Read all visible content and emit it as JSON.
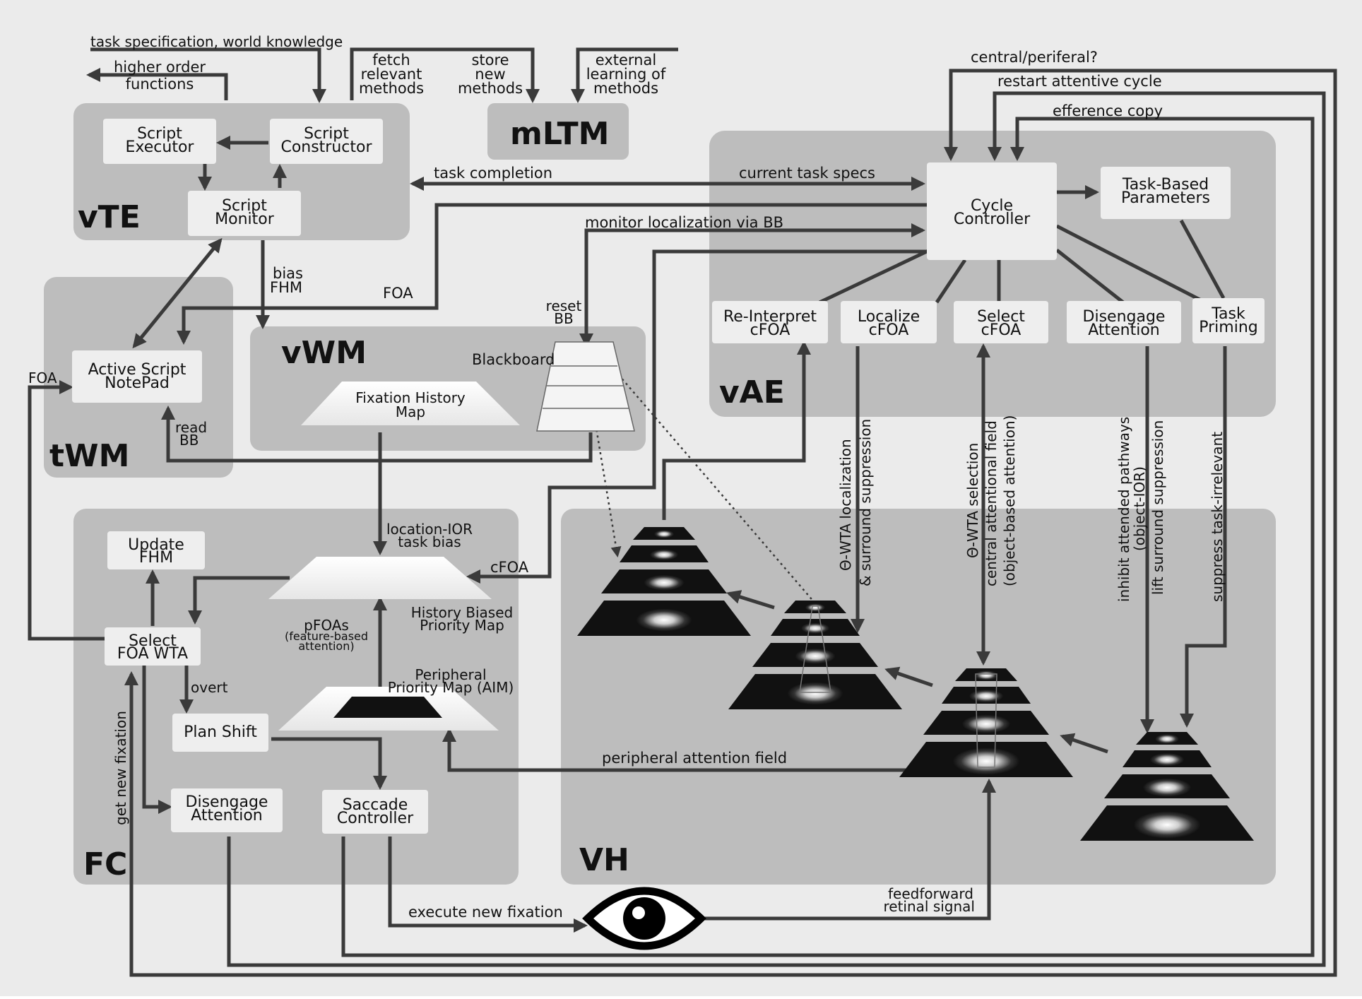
{
  "regions": {
    "vte": "vTE",
    "mltm": "mLTM",
    "twm": "tWM",
    "vwm": "vWM",
    "vae": "vAE",
    "fc": "FC",
    "vh": "VH"
  },
  "boxes": {
    "script_executor": [
      "Script",
      "Executor"
    ],
    "script_constructor": [
      "Script",
      "Constructor"
    ],
    "script_monitor": [
      "Script",
      "Monitor"
    ],
    "active_script_notepad": [
      "Active Script",
      "NotePad"
    ],
    "cycle_controller": [
      "Cycle",
      "Controller"
    ],
    "task_based_parameters": [
      "Task-Based",
      "Parameters"
    ],
    "reinterpret_cfoa": [
      "Re-Interpret",
      "cFOA"
    ],
    "localize_cfoa": [
      "Localize",
      "cFOA"
    ],
    "select_cfoa": [
      "Select",
      "cFOA"
    ],
    "disengage_attention_vae": [
      "Disengage",
      "Attention"
    ],
    "task_priming": [
      "Task",
      "Priming"
    ],
    "update_fhm": [
      "Update",
      "FHM"
    ],
    "select_foa_wta": [
      "Select",
      "FOA WTA"
    ],
    "plan_shift": "Plan Shift",
    "disengage_attention_fc": [
      "Disengage",
      "Attention"
    ],
    "saccade_controller": [
      "Saccade",
      "Controller"
    ]
  },
  "labels": {
    "task_spec": "task specification, world knowledge",
    "higher_order": [
      "higher order",
      "functions"
    ],
    "fetch": [
      "fetch",
      "relevant",
      "methods"
    ],
    "store": [
      "store",
      "new",
      "methods"
    ],
    "external": [
      "external",
      "learning of",
      "methods"
    ],
    "central_periferal": "central/periferal?",
    "restart_cycle": "restart attentive cycle",
    "efference_copy": "efference copy",
    "task_completion": "task completion",
    "current_task_specs": "current task specs",
    "monitor_localization": "monitor localization via BB",
    "bias_fhm": [
      "bias",
      "FHM"
    ],
    "foa_top": "FOA",
    "reset_bb": [
      "reset",
      "BB"
    ],
    "blackboard": "Blackboard",
    "fixation_history_map": [
      "Fixation History",
      "Map"
    ],
    "foa_left": "FOA",
    "read_bb": [
      "read",
      "BB"
    ],
    "location_ior": [
      "location-IOR",
      "task bias"
    ],
    "cfoa": "cFOA",
    "pfoas": "pFOAs",
    "feature_based": [
      "(feature-based",
      "attention)"
    ],
    "history_biased": [
      "History Biased",
      "Priority Map"
    ],
    "peripheral_priority": [
      "Peripheral",
      "Priority Map (AIM)"
    ],
    "overt": "overt",
    "get_new_fixation": "get new fixation",
    "peripheral_attention_field": "peripheral attention field",
    "execute_new_fixation": "execute new fixation",
    "feedforward": [
      "feedforward",
      "retinal signal"
    ],
    "theta_localization": [
      "Θ-WTA localization",
      "& surround suppression"
    ],
    "theta_selection": [
      "Θ-WTA selection",
      "central attentional field",
      "(object-based attention)"
    ],
    "inhibit_attended": [
      "inhibit attended pathways",
      "(object-IOR)",
      "lift surround suppression"
    ],
    "suppress_task_irrelevant": "suppress task-irrelevant"
  },
  "colors": {
    "background": "#ebebeb",
    "region": "#bdbdbd",
    "box": "#eeeeee",
    "arrow": "#3a3a3a",
    "pyramid": "#111111"
  },
  "icons": [
    "eye-icon"
  ]
}
